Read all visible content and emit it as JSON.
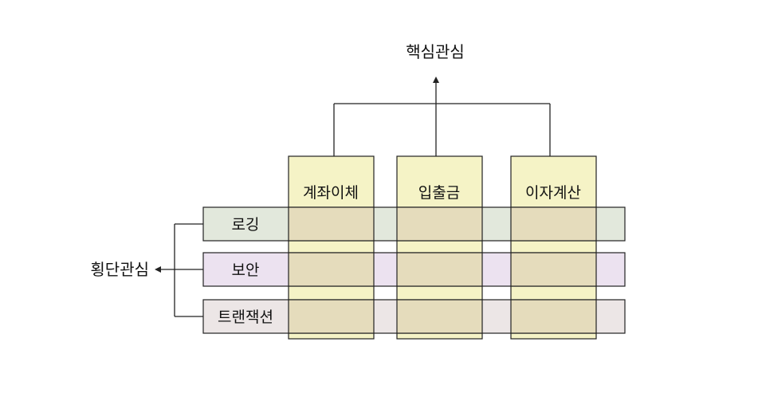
{
  "core_concern": {
    "label": "핵심관심",
    "modules": [
      {
        "label": "계좌이체"
      },
      {
        "label": "입출금"
      },
      {
        "label": "이자계산"
      }
    ]
  },
  "crosscutting_concern": {
    "label": "횡단관심",
    "aspects": [
      {
        "label": "로깅"
      },
      {
        "label": "보안"
      },
      {
        "label": "트랜잭션"
      }
    ]
  },
  "colors": {
    "module_fill": "#f5f3c6",
    "logging_fill": "#e2e8dc",
    "security_fill": "#ece2f0",
    "transaction_fill": "#ece6e6",
    "overlap_fill": "#e5dcbc",
    "line": "#222222"
  }
}
